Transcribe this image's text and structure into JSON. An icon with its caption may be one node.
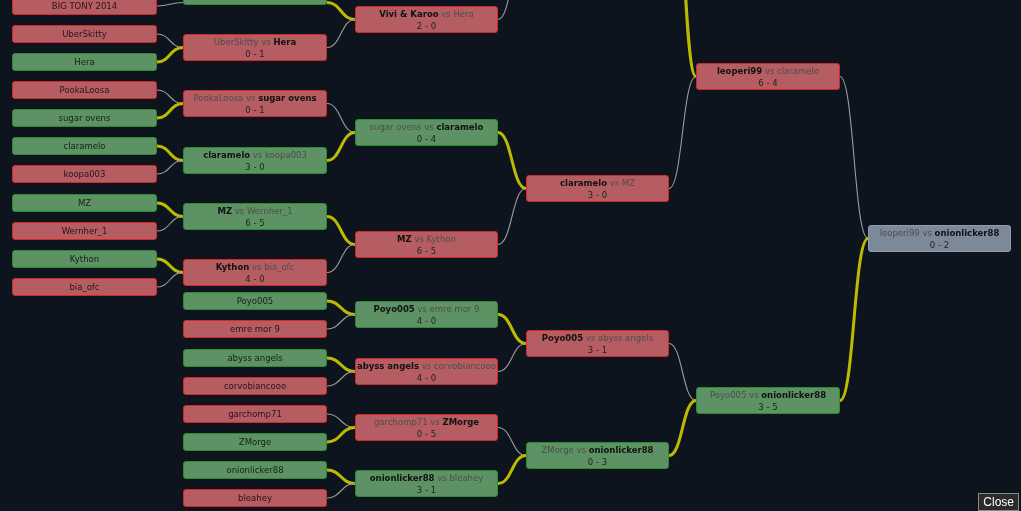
{
  "diagram": {
    "nodes": [
      {
        "text": [
          "BIG TONY 2014"
        ]
      },
      {
        "text": [
          "UberSkitty"
        ]
      },
      {
        "text": [
          "Hera"
        ]
      },
      {
        "text": [
          "PookaLoosa"
        ]
      },
      {
        "text": [
          "sugar ovens"
        ]
      },
      {
        "text": [
          "claramelo"
        ]
      },
      {
        "text": [
          "koopa003"
        ]
      },
      {
        "text": [
          "MZ"
        ]
      },
      {
        "text": [
          "Wernher_1"
        ]
      },
      {
        "text": [
          "Kython"
        ]
      },
      {
        "text": [
          "bia_ofc"
        ]
      },
      {
        "text": [],
        "shape": "box"
      },
      {
        "text": [
          "UberSkitty vs **Hera**",
          "0 - 1"
        ]
      },
      {
        "text": [
          "PookaLoosa vs **sugar ovens**",
          "0 - 1"
        ]
      },
      {
        "text": [
          "**claramelo** vs koopa003",
          "3 - 0"
        ]
      },
      {
        "text": [
          "**MZ** vs Wernher_1",
          "6 - 5"
        ]
      },
      {
        "text": [
          "**Kython** vs bia_ofc",
          "4 - 0"
        ]
      },
      {
        "text": [
          "Poyo005"
        ]
      },
      {
        "text": [
          "emre mor 9"
        ]
      },
      {
        "text": [
          "abyss angels"
        ]
      },
      {
        "text": [
          "corvobiancooo"
        ]
      },
      {
        "text": [
          "garchomp71"
        ]
      },
      {
        "text": [
          "ZMorge"
        ]
      },
      {
        "text": [
          "onionlicker88"
        ]
      },
      {
        "text": [
          "bleahey"
        ]
      },
      {
        "text": [
          "**Vivi & Karoo** vs Hera",
          "2 - 0"
        ]
      },
      {
        "text": [
          "sugar ovens vs **claramelo**",
          "0 - 4"
        ]
      },
      {
        "text": [
          "**MZ** vs Kython",
          "6 - 5"
        ]
      },
      {
        "text": [
          "**Poyo005** vs emre mor 9",
          "4 - 0"
        ]
      },
      {
        "text": [
          "**abyss angels** vs corvobiancooo",
          "4 - 0"
        ]
      },
      {
        "text": [
          "garchomp71 vs **ZMorge**",
          "0 - 5"
        ]
      },
      {
        "text": [
          "**onionlicker88** vs bleahey",
          "3 - 1"
        ]
      },
      {
        "text": [
          "**claramelo** vs MZ",
          "3 - 0"
        ]
      },
      {
        "text": [
          "**Poyo005** vs abyss angels",
          "3 - 1"
        ]
      },
      {
        "text": [
          "ZMorge vs **onionlicker88**",
          "0 - 3"
        ]
      },
      {
        "text": [
          "**leoperi99** vs claramelo",
          "6 - 4"
        ]
      },
      {
        "text": [
          "Poyo005 vs **onionlicker88**",
          "3 - 5"
        ]
      },
      {
        "text": [
          "leoperi99 vs **onionlicker88**",
          "0 - 2"
        ]
      }
    ],
    "edges": [
      {
        "from": 0,
        "to": 11,
        "arrow": "none"
      },
      {
        "from": 1,
        "to": 12,
        "arrow": "none"
      },
      {
        "from": 2,
        "to": 12,
        "arrow": "none",
        "style": "thick",
        "color": "#bdbb00"
      },
      {
        "from": 3,
        "to": 13,
        "arrow": "none"
      },
      {
        "from": 4,
        "to": 13,
        "arrow": "none",
        "style": "thick",
        "color": "#bdbb00"
      },
      {
        "from": 5,
        "to": 14,
        "arrow": "none",
        "style": "thick",
        "color": "#bdbb00"
      },
      {
        "from": 6,
        "to": 14,
        "arrow": "none"
      },
      {
        "from": 7,
        "to": 15,
        "arrow": "none",
        "style": "thick",
        "color": "#bdbb00"
      },
      {
        "from": 8,
        "to": 15,
        "arrow": "none"
      },
      {
        "from": 9,
        "to": 16,
        "arrow": "none",
        "style": "thick",
        "color": "#bdbb00"
      },
      {
        "from": 10,
        "to": 16,
        "arrow": "none"
      },
      {
        "from": 11,
        "to": 25,
        "arrow": "none",
        "style": "thick",
        "color": "#bdbb00"
      },
      {
        "from": 12,
        "to": 25,
        "arrow": "none"
      },
      {
        "from": 13,
        "to": 26,
        "arrow": "none"
      },
      {
        "from": 14,
        "to": 26,
        "arrow": "none",
        "style": "thick",
        "color": "#bdbb00"
      },
      {
        "from": 15,
        "to": 27,
        "arrow": "none",
        "style": "thick",
        "color": "#bdbb00"
      },
      {
        "from": 16,
        "to": 27,
        "arrow": "none"
      },
      {
        "from": 17,
        "to": 28,
        "arrow": "none",
        "style": "thick",
        "color": "#bdbb00"
      },
      {
        "from": 18,
        "to": 28,
        "arrow": "none"
      },
      {
        "from": 19,
        "to": 29,
        "arrow": "none",
        "style": "thick",
        "color": "#bdbb00"
      },
      {
        "from": 20,
        "to": 29,
        "arrow": "none"
      },
      {
        "from": 21,
        "to": 30,
        "arrow": "none"
      },
      {
        "from": 22,
        "to": 30,
        "arrow": "none",
        "style": "thick",
        "color": "#bdbb00"
      },
      {
        "from": 23,
        "to": 31,
        "arrow": "none",
        "style": "thick",
        "color": "#bdbb00"
      },
      {
        "from": 24,
        "to": 31,
        "arrow": "none"
      },
      {
        "from": 25,
        "to": null,
        "arrow": "none"
      },
      {
        "from": 26,
        "to": 32,
        "arrow": "none",
        "style": "thick",
        "color": "#bdbb00"
      },
      {
        "from": 27,
        "to": 32,
        "arrow": "none"
      },
      {
        "from": 28,
        "to": 33,
        "arrow": "none",
        "style": "thick",
        "color": "#bdbb00"
      },
      {
        "from": 29,
        "to": 33,
        "arrow": "none"
      },
      {
        "from": 30,
        "to": 34,
        "arrow": "none"
      },
      {
        "from": 31,
        "to": 34,
        "arrow": "none",
        "style": "thick",
        "color": "#bdbb00"
      },
      {
        "from": null,
        "to": 35,
        "arrow": "none",
        "style": "thick",
        "color": "#bdbb00"
      },
      {
        "from": 32,
        "to": 35,
        "arrow": "none"
      },
      {
        "from": 33,
        "to": 36,
        "arrow": "none"
      },
      {
        "from": 34,
        "to": 36,
        "arrow": "none",
        "style": "thick",
        "color": "#bdbb00"
      },
      {
        "from": 35,
        "to": 37,
        "arrow": "none"
      },
      {
        "from": 36,
        "to": 37,
        "arrow": "none",
        "style": "thick",
        "color": "#bdbb00"
      }
    ],
    "labels": [
      "Close"
    ]
  }
}
